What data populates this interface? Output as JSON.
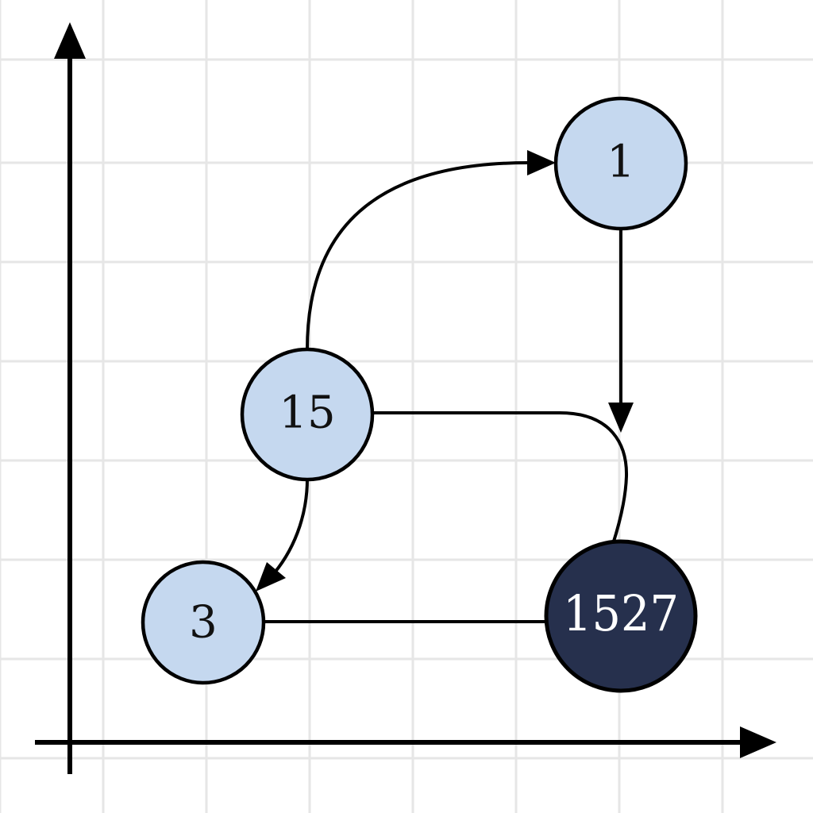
{
  "colors": {
    "background": "#ffffff",
    "grid": "#e6e6e6",
    "edge": "#000000",
    "node_fill": "#c5d8ef",
    "node_fill_dark": "#26304d",
    "label_dark": "#111111",
    "label_light": "#ffffff"
  },
  "diagram": {
    "nodes": [
      {
        "id": "n1",
        "label": "1",
        "style": "light"
      },
      {
        "id": "n15",
        "label": "15",
        "style": "light"
      },
      {
        "id": "n3",
        "label": "3",
        "style": "light"
      },
      {
        "id": "n1527",
        "label": "1527",
        "style": "dark"
      }
    ],
    "edges": [
      {
        "from": "15",
        "to": "1",
        "directed": true
      },
      {
        "from": "1",
        "to": "1527",
        "directed": true
      },
      {
        "from": "15",
        "to": "1527",
        "directed": false
      },
      {
        "from": "15",
        "to": "3",
        "directed": true
      },
      {
        "from": "3",
        "to": "1527",
        "directed": false
      }
    ]
  }
}
